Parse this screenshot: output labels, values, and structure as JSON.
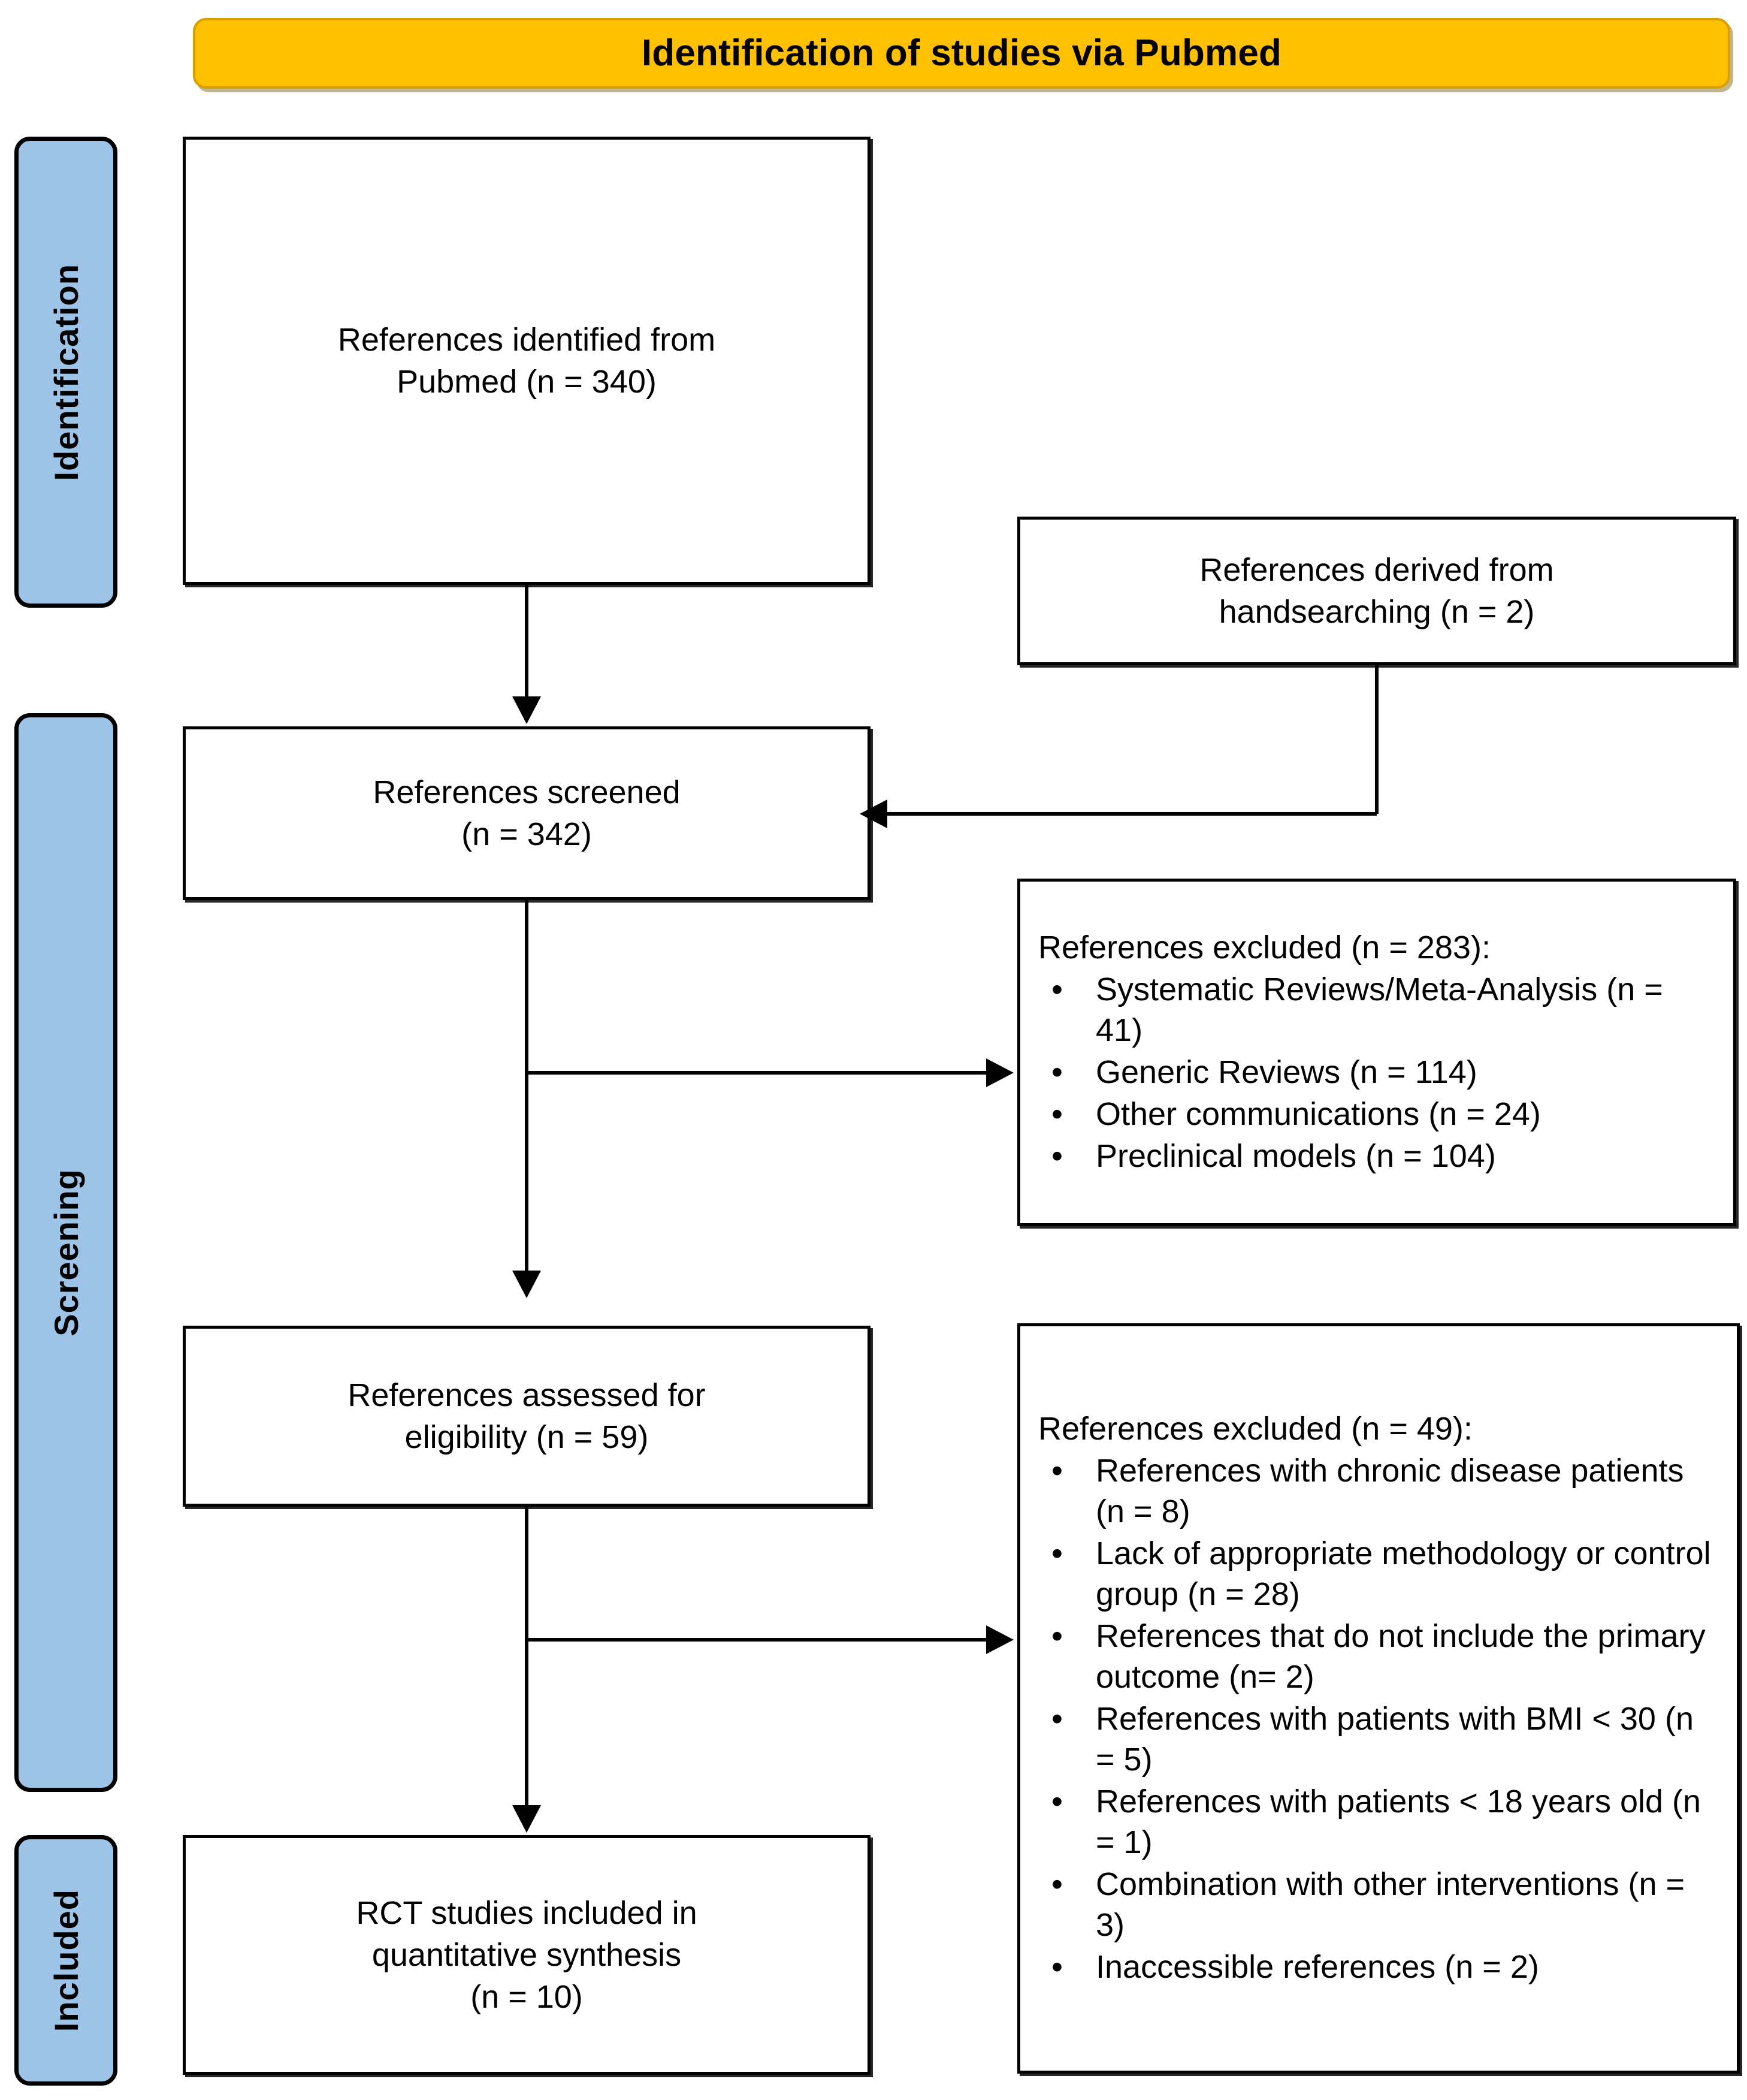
{
  "banner": {
    "title": "Identification of studies via Pubmed",
    "color": "#FFC000"
  },
  "stages": [
    {
      "label": "Identification",
      "color": "#9DC3E6"
    },
    {
      "label": "Screening",
      "color": "#9DC3E6"
    },
    {
      "label": "Included",
      "color": "#9DC3E6"
    }
  ],
  "boxes": {
    "identified": {
      "line1": "References identified from",
      "line2": "Pubmed (n = 340)"
    },
    "handsearching": {
      "line1": "References derived from",
      "line2": "handsearching (n = 2)"
    },
    "screened": {
      "line1": "References screened",
      "line2": "(n = 342)"
    },
    "eligibility": {
      "line1": "References assessed for",
      "line2": "eligibility (n = 59)"
    },
    "included": {
      "line1": "RCT studies included in",
      "line2": "quantitative  synthesis",
      "line3": "(n = 10)"
    }
  },
  "exclusions": {
    "screening": {
      "heading": "References excluded (n = 283):",
      "items": [
        "Systematic Reviews/Meta-Analysis (n = 41)",
        "Generic Reviews (n = 114)",
        "Other communications (n = 24)",
        "Preclinical models (n = 104)"
      ]
    },
    "eligibility": {
      "heading": "References excluded (n = 49):",
      "items": [
        "References with chronic disease patients (n = 8)",
        "Lack of appropriate methodology or control group (n = 28)",
        "References that do not include the primary outcome (n= 2)",
        "References with patients with BMI < 30 (n = 5)",
        "References with patients < 18 years old (n = 1)",
        "Combination with  other interventions (n = 3)",
        "Inaccessible references (n = 2)"
      ]
    }
  },
  "bullet_glyph": "•"
}
